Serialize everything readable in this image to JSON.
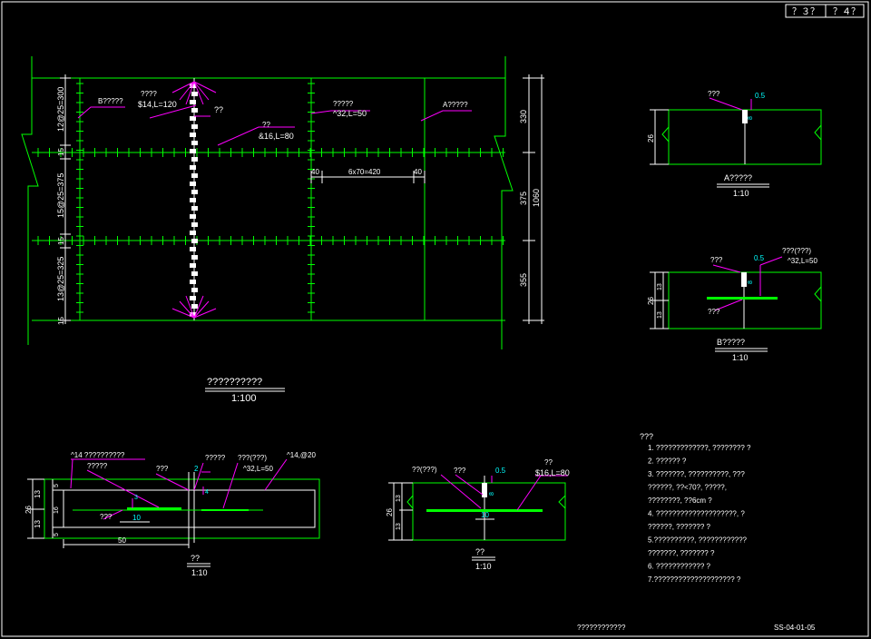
{
  "title_block": {
    "page_cur": "？３？",
    "page_total": "？４？"
  },
  "plan": {
    "caption": "??????????",
    "scale": "1:100",
    "left_dims": [
      "12@25=300",
      "15",
      "15@25=375",
      "15",
      "13@25=325",
      "15"
    ],
    "right_dims": [
      "330",
      "375",
      "1060",
      "355"
    ],
    "labels": {
      "b_detail": "B?????",
      "bar1_name": "????",
      "bar1_spec": "$14,L=120",
      "bar2_name": "??",
      "bar3_name": "??",
      "bar3_spec": "&16,L=80",
      "bar4_name": "?????",
      "bar4_spec": "^32,L=50",
      "a_detail": "A?????",
      "dim_a": "40",
      "dim_mid": "6x70=420",
      "dim_b": "40"
    }
  },
  "detail_a": {
    "label_top": "???",
    "dim_gap": "0.5",
    "dim_h": "8",
    "dim_side": "26",
    "caption": "A?????",
    "scale": "1:10"
  },
  "detail_b": {
    "label_top1": "???",
    "label_top2": "???(???)",
    "label_spec": "^32,L=50",
    "dim_gap": "0.5",
    "dim_h": "8",
    "dim_side": "26",
    "dim_13a": "13",
    "dim_13b": "13",
    "label_bottom": "???",
    "caption": "B?????",
    "scale": "1:10"
  },
  "section_left": {
    "l1": "^14 ??????????",
    "l2": "?????",
    "l3": "???",
    "l4": "?????",
    "l5": "???(???)",
    "l6": "^32,L=50",
    "l7": "^14,@20",
    "l8": "???",
    "d2": "2",
    "d3": "3",
    "d4": "4",
    "d5a": "5",
    "d5b": "5",
    "d10": "10",
    "d13a": "13",
    "d13b": "13",
    "d16": "16",
    "d26": "26",
    "d50": "50",
    "caption": "??",
    "scale": "1:10"
  },
  "section_mid": {
    "l1": "??(???)",
    "l2": "???",
    "l3": "0.5",
    "l4": "??",
    "l5": "$16,L=80",
    "d8": "8",
    "d10": "10",
    "d13a": "13",
    "d13b": "13",
    "d26": "26",
    "caption": "??",
    "scale": "1:10"
  },
  "notes": {
    "heading": "???",
    "items": [
      "1. ?????????????, ???????? ?",
      "2. ?????? ?",
      "3. ???????, ??????????, ???",
      "   ??????, ??<70?, ?????,",
      "   ????????, ??6cm ?",
      "4. ????????????????????, ?",
      "   ??????, ??????? ?",
      "5.??????????, ????????????",
      "   ???????, ??????? ?",
      "6. ???????????? ?",
      "7.???????????????????? ?"
    ]
  },
  "footer": {
    "drawing_title": "????????????",
    "drawing_no": "SS-04-01-05"
  },
  "colors": {
    "background": "#000000",
    "concrete": "#00ff00",
    "rebar": "#ffffff",
    "dimension": "#ff00ff",
    "annotation": "#00ffff"
  }
}
